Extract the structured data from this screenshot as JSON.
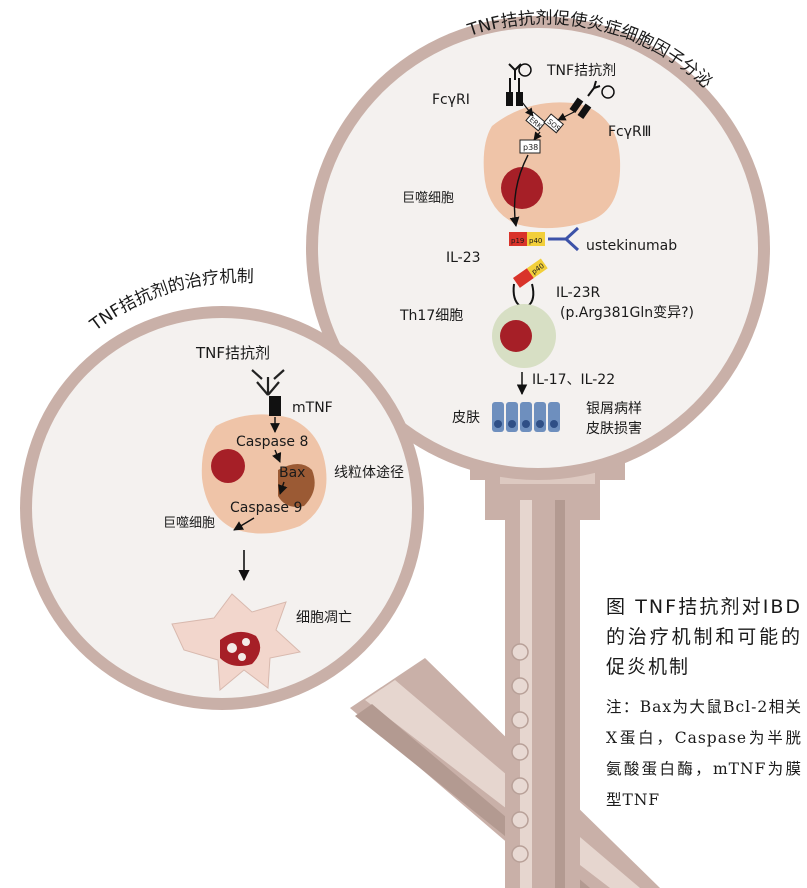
{
  "left_panel": {
    "title": "TNF拮抗剂的治疗机制",
    "agent": "TNF拮抗剂",
    "mtnf": "mTNF",
    "caspase8": "Caspase 8",
    "bax": "Bax",
    "caspase9": "Caspase 9",
    "mito_pathway": "线粒体途径",
    "macrophage": "巨噬细胞",
    "apoptosis": "细胞凋亡"
  },
  "right_panel": {
    "title": "TNF拮抗剂促使炎症细胞因子分泌",
    "fcgr1": "FcγRⅠ",
    "fcgr3": "FcγRⅢ",
    "agent": "TNF拮抗剂",
    "sos": "SOS",
    "erk": "ERK",
    "p38": "p38",
    "macrophage": "巨噬细胞",
    "p19": "p19",
    "p40": "p40",
    "il23": "IL-23",
    "ustekinumab": "ustekinumab",
    "il23r": "IL-23R",
    "il23r_variant": "(p.Arg381Gln变异?)",
    "th17": "Th17细胞",
    "il17_22": "IL-17、IL-22",
    "skin": "皮肤",
    "lesion_line1": "银屑病样",
    "lesion_line2": "皮肤损害"
  },
  "caption": {
    "title": "图 TNF拮抗剂对IBD的治疗机制和可能的促炎机制",
    "note": "注：Bax为大鼠Bcl-2相关X蛋白，Caspase为半胱氨酸蛋白酶，mTNF为膜型TNF"
  },
  "colors": {
    "stick": "#c9b0a8",
    "stick_dark": "#a98f86",
    "circle_fill": "#f4f1ef",
    "cell": "#efc4a8",
    "nucleus": "#a61f27",
    "th17": "#d7dfc4",
    "skin": "#4f73a8"
  }
}
